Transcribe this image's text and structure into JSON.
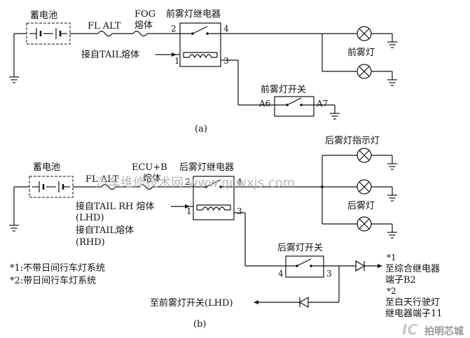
{
  "diagram_a": {
    "battery_label": "蓄电池",
    "fuse1_label": "FL ALT",
    "fuse2_label_line1": "FOG",
    "fuse2_label_line2": "熔体",
    "relay_label": "前雾灯继电器",
    "relay_pin2": "2",
    "relay_pin4": "4",
    "relay_pin1": "1",
    "relay_pin3": "3",
    "tail_input_label": "接自TAIL熔体",
    "lamp_label": "前雾灯",
    "switch_label": "前雾灯开关",
    "switch_pin_a6": "A6",
    "switch_pin_a7": "A7",
    "caption": "(a)"
  },
  "diagram_b": {
    "battery_label": "蓄电池",
    "fuse1_label": "FL ALT",
    "fuse2_label_line1": "ECU+B",
    "fuse2_label_line2": "熔体",
    "relay_label": "后雾灯继电器",
    "relay_pin2": "2",
    "relay_pin4": "4",
    "relay_pin1": "1",
    "relay_pin3": "3",
    "tail_rh_label": "接自TAIL RH 熔体",
    "lhd_label": "(LHD)",
    "tail_label": "接自TAIL熔体",
    "rhd_label": "(RHD)",
    "indicator_label": "后雾灯指示灯",
    "lamp_label": "后雾灯",
    "switch_label": "后雾灯开关",
    "switch_pin4": "4",
    "switch_pin3": "3",
    "note1": "*1:不带日间行车灯系统",
    "note2": "*2:带日间行车灯系统",
    "to_relay_mark": "*1",
    "to_relay_line1": "至综合继电器",
    "to_relay_line2": "端子B2",
    "to_drl_mark": "*2",
    "to_drl_line1": "至白天行驶灯",
    "to_drl_line2": "继电器端子11",
    "to_front_switch": "至前雾灯开关(LHD)",
    "caption": "(b)"
  },
  "watermarks": {
    "center": "汽车维修技术网 www.qcwxjs.com",
    "corner": "拍明芯城"
  }
}
